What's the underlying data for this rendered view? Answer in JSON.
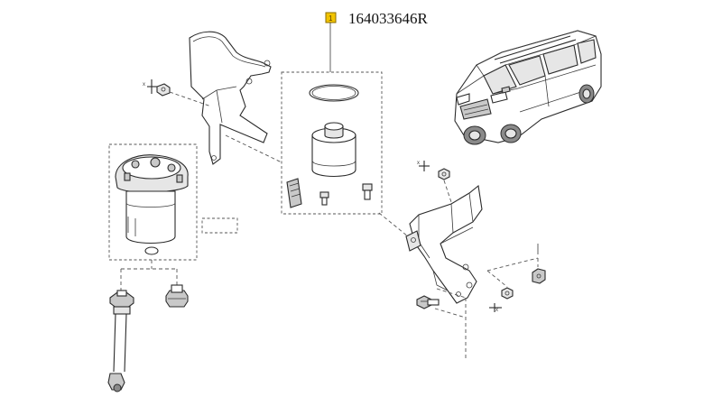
{
  "part_reference": {
    "marker": "1",
    "number": "164033646R",
    "marker_color": "#f2c400"
  },
  "icons": [
    "heat-shield",
    "filter-insert-kit",
    "fuel-filter-housing",
    "water-sensor",
    "drain-plug",
    "mounting-bracket",
    "vehicle-illustration"
  ]
}
